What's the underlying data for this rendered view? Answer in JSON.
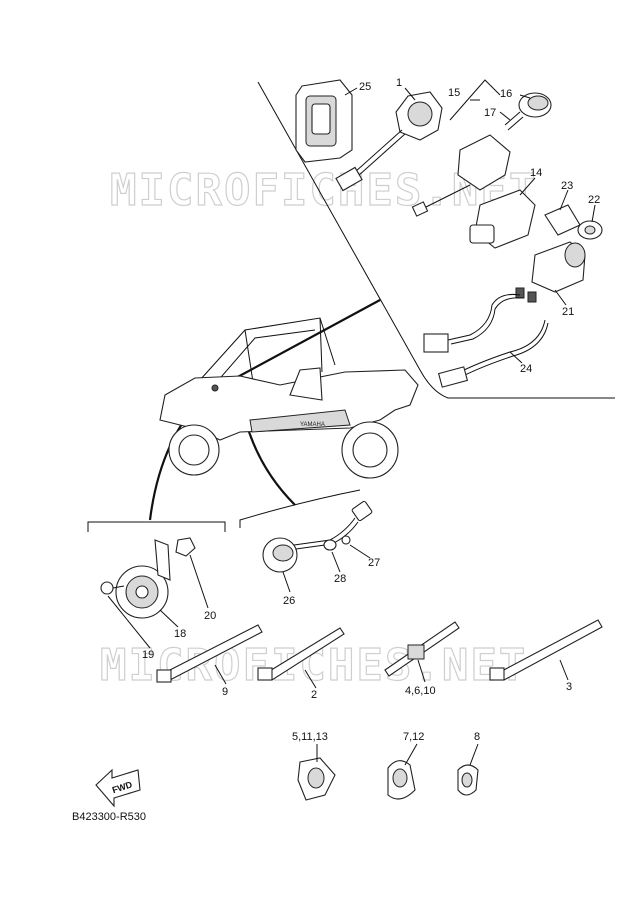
{
  "watermark": "MICROFICHES.NET",
  "diagram_code": "B423300-R530",
  "fwd_label": "FWD",
  "vehicle_brand": "YAMAHA",
  "labels": {
    "p1": "1",
    "p2": "2",
    "p3": "3",
    "p4_6_10": "4,6,10",
    "p5_11_13": "5,11,13",
    "p7_12": "7,12",
    "p8": "8",
    "p9": "9",
    "p14": "14",
    "p15": "15",
    "p16": "16",
    "p17": "17",
    "p18": "18",
    "p19": "19",
    "p20": "20",
    "p21": "21",
    "p22": "22",
    "p23": "23",
    "p24": "24",
    "p25": "25",
    "p26": "26",
    "p27": "27",
    "p28": "28"
  }
}
